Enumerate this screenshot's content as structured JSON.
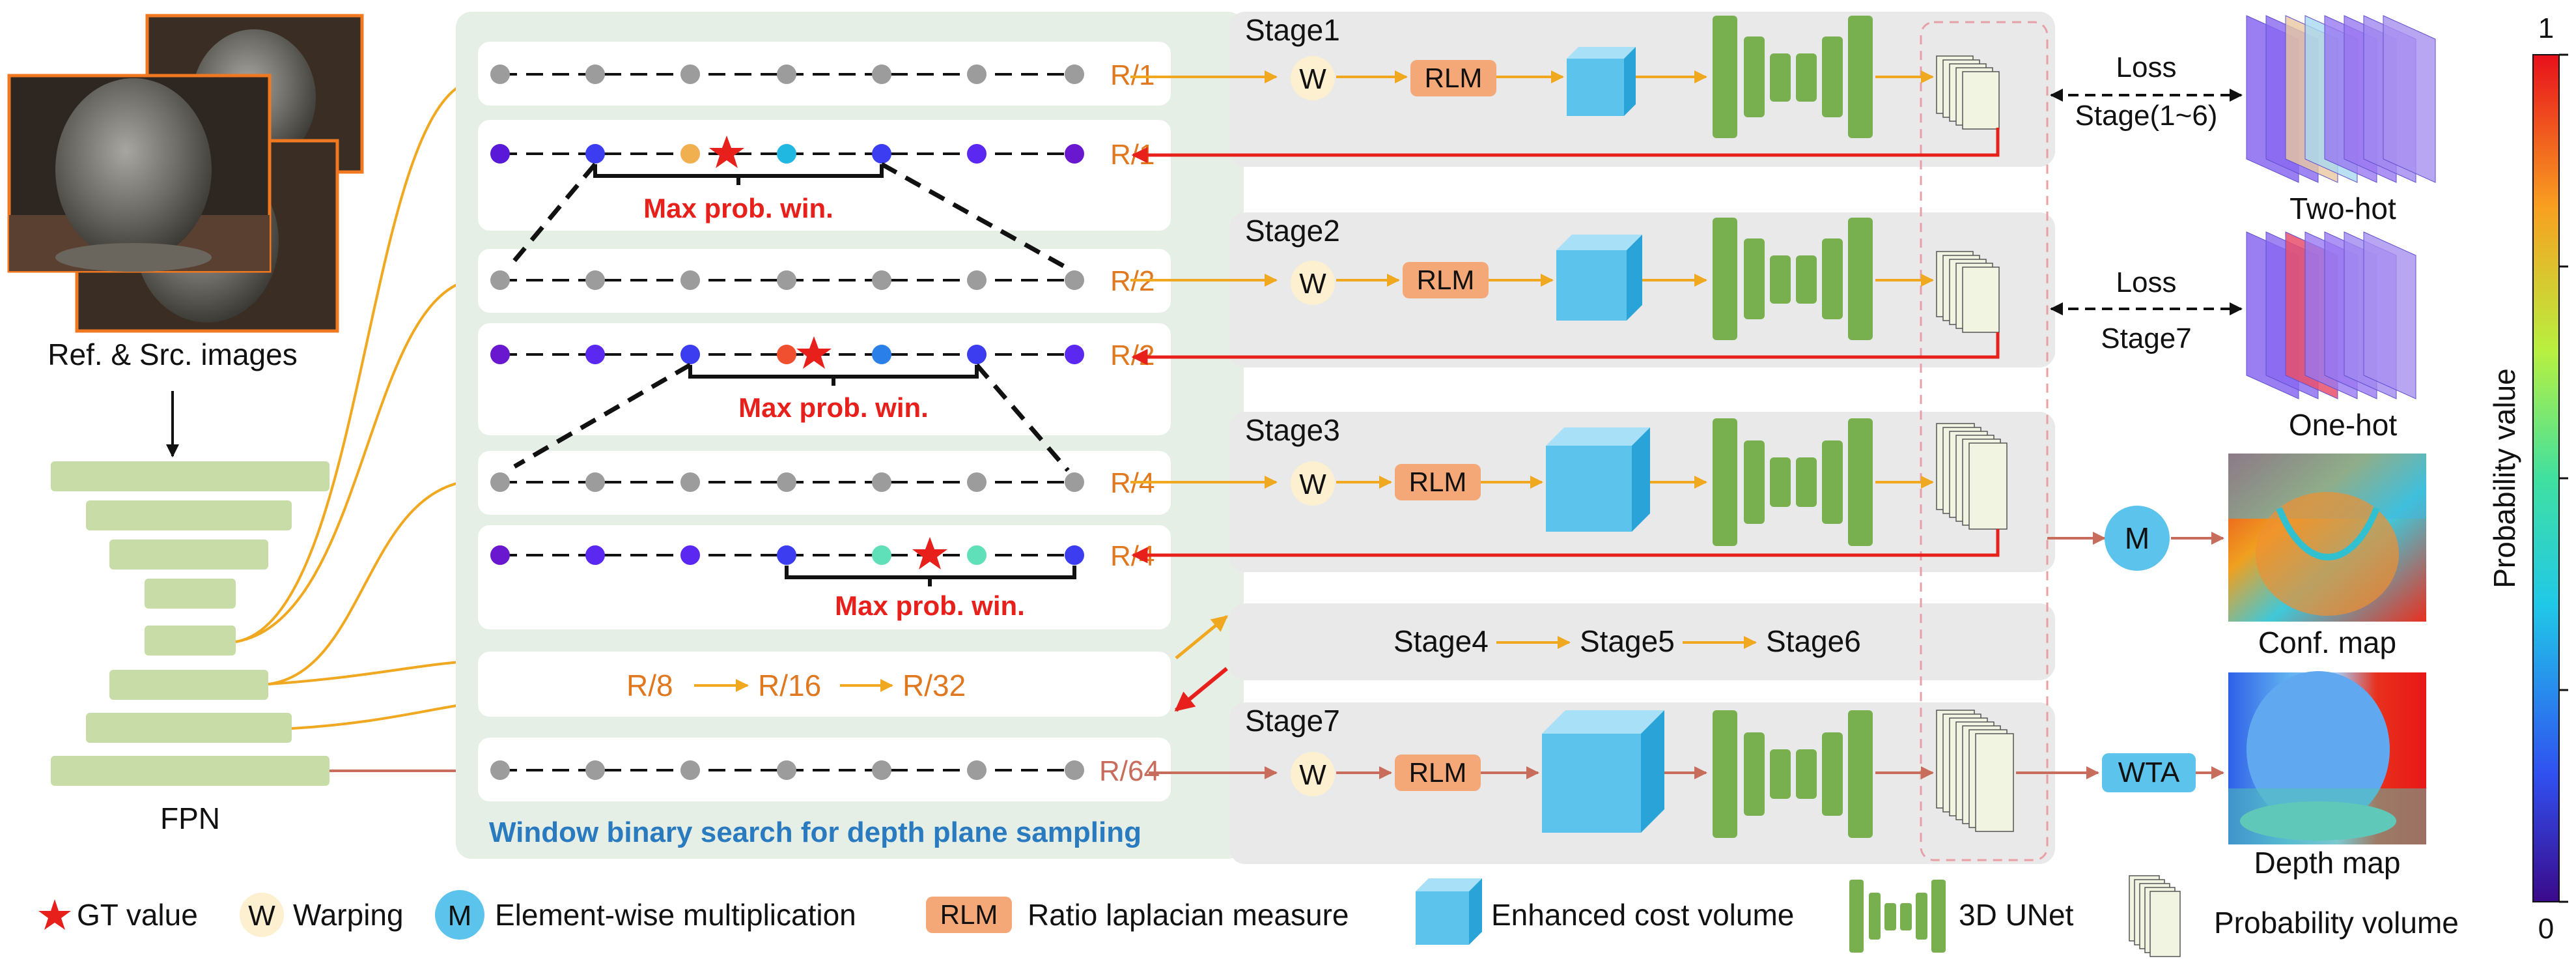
{
  "images": {
    "caption": "Ref. & Src. images",
    "fpn_label": "FPN"
  },
  "search": {
    "title": "Window binary search for depth plane sampling",
    "rows": [
      {
        "label": "R/1",
        "kind": "plain"
      },
      {
        "label": "R/1",
        "kind": "prob",
        "window_label": "Max prob. win."
      },
      {
        "label": "R/2",
        "kind": "plain"
      },
      {
        "label": "R/2",
        "kind": "prob",
        "window_label": "Max prob. win."
      },
      {
        "label": "R/4",
        "kind": "plain"
      },
      {
        "label": "R/4",
        "kind": "prob",
        "window_label": "Max prob. win."
      },
      {
        "label": "R/64",
        "kind": "plain"
      }
    ],
    "resolution_chain": [
      "R/8",
      "R/16",
      "R/32"
    ]
  },
  "stages": {
    "stage1": {
      "title": "Stage1",
      "warp": "W",
      "rlm": "RLM"
    },
    "stage2": {
      "title": "Stage2",
      "warp": "W",
      "rlm": "RLM"
    },
    "stage3": {
      "title": "Stage3",
      "warp": "W",
      "rlm": "RLM"
    },
    "middle_chain": [
      "Stage4",
      "Stage5",
      "Stage6"
    ],
    "stage7": {
      "title": "Stage7",
      "warp": "W",
      "rlm": "RLM"
    }
  },
  "outputs": {
    "loss1_title": "Loss",
    "loss1_sub": "Stage(1~6)",
    "loss2_title": "Loss",
    "loss2_sub": "Stage7",
    "two_hot": "Two-hot",
    "one_hot": "One-hot",
    "m_symbol": "M",
    "wta": "WTA",
    "conf_map": "Conf. map",
    "depth_map": "Depth map"
  },
  "colorbar": {
    "label": "Probability  value",
    "max": "1",
    "min": "0"
  },
  "legend": {
    "gt": "GT value",
    "w_symbol": "W",
    "warping": "Warping",
    "m_symbol": "M",
    "multiplication": "Element-wise multiplication",
    "rlm_symbol": "RLM",
    "rlm": "Ratio laplacian measure",
    "cost_volume": "Enhanced cost volume",
    "unet": "3D UNet",
    "prob_volume": "Probability volume"
  },
  "colors": {
    "orange": "#f0a820",
    "red": "#e8201c",
    "brown": "#c86c5c",
    "panel_green": "#e6efe6",
    "panel_gray": "#e8e9e8",
    "unet_green": "#78b050",
    "cube_blue": "#5cc4ec",
    "text_orange": "#e07820",
    "title_blue": "#2a7ac0"
  }
}
